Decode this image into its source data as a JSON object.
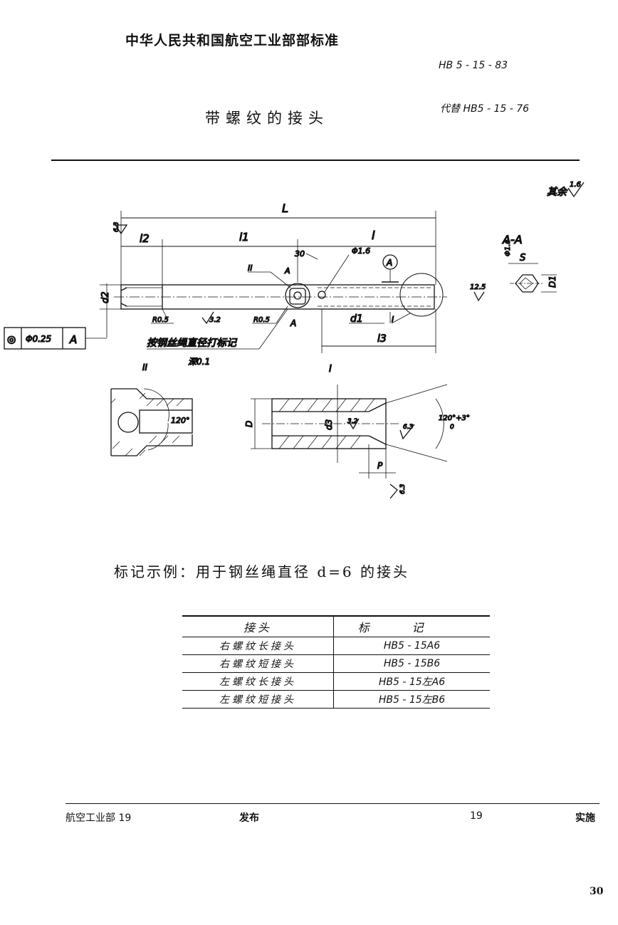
{
  "header": {
    "org_standard": "中华人民共和国航空工业部部标准",
    "std_number": "HB 5 - 15 - 83",
    "title": "带螺纹的接头",
    "replaces": "代替 HB5 - 15 - 76"
  },
  "drawing": {
    "roughness_rest": "其余",
    "roughness_rest_val": "1.6",
    "L": "L",
    "l2": "l2",
    "l1": "l1",
    "l": "l",
    "section_AA": "A-A",
    "S": "S",
    "phi16": "Φ1.6",
    "phi16b": "Φ1.6",
    "ra63": "6.3",
    "d2": "d2",
    "II_mark": "II",
    "A_upper": "A",
    "A_lower": "A",
    "angle30": "30",
    "datum_A": "A",
    "R05_left": "R0.5",
    "ra32": "3.2",
    "R05_right": "R0.5",
    "d1": "d1",
    "I_mark": "I",
    "l3": "l3",
    "ra125": "12.5",
    "D1": "D1",
    "tol_symbol": "◎",
    "tol_value": "Φ0.25",
    "tol_datum": "A",
    "note_mark": "按钢丝绳直径打标记",
    "note_depth": "深0.1",
    "detail_II": "II",
    "detail_I": "I",
    "angle120": "120°",
    "D": "D",
    "d3": "d3",
    "ra32b": "3.2",
    "ra63b": "6.3",
    "angle_cone": "120°+3°",
    "angle_cone_tol": "0",
    "P": "P",
    "ra63c": "6.3"
  },
  "example": "标记示例：用于钢丝绳直径 d=6 的接头",
  "table": {
    "headers": [
      "接头",
      "标记"
    ],
    "rows": [
      [
        "右螺纹长接头",
        "HB5 - 15A6"
      ],
      [
        "右螺纹短接头",
        "HB5 - 15B6"
      ],
      [
        "左螺纹长接头",
        "HB5 - 15左A6"
      ],
      [
        "左螺纹短接头",
        "HB5 - 15左B6"
      ]
    ]
  },
  "footer": {
    "issued_by": "航空工业部 19",
    "issue": "发布",
    "date": "19",
    "implement": "实施"
  },
  "page_number": "30"
}
